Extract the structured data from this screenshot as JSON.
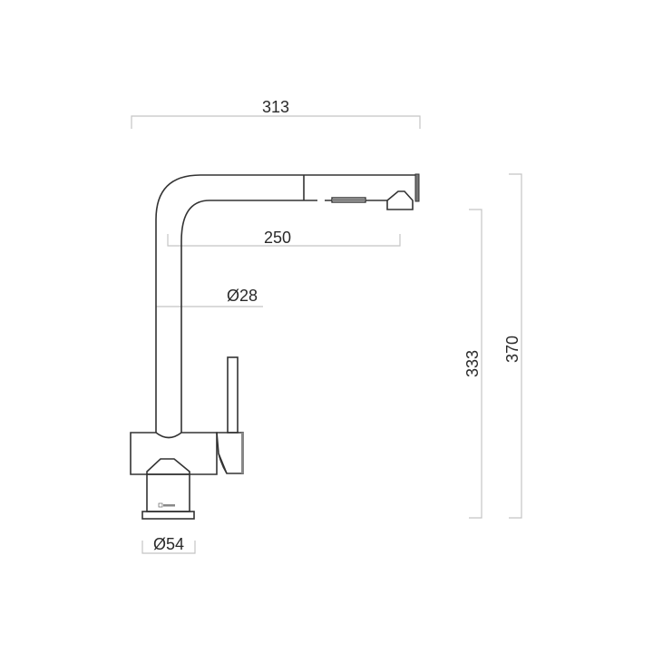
{
  "drawing": {
    "subject": "kitchen faucet with pull-out spout",
    "units": "mm",
    "dimensions": {
      "overall_reach": "313",
      "spout_reach": "250",
      "spout_diameter": "Ø28",
      "base_diameter": "Ø54",
      "spout_height": "333",
      "overall_height": "370"
    },
    "colors": {
      "outline": "#333333",
      "dimension_line": "#c4c4c4",
      "text": "#2a2a2a",
      "background": "#ffffff"
    }
  }
}
